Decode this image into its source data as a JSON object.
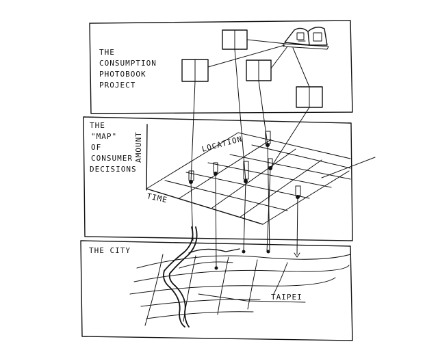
{
  "panels": {
    "project": {
      "title_lines": [
        "THE",
        "CONSUMPTION",
        "PHOTOBOOK",
        "PROJECT"
      ]
    },
    "map": {
      "title_lines": [
        "THE",
        "\"MAP\"",
        "OF",
        "CONSUMER",
        "DECISIONS"
      ],
      "axis_amount": "AMOUNT",
      "axis_location": "LOCATION",
      "axis_time": "TIME"
    },
    "city": {
      "title": "THE CITY",
      "place": "TAIPEI"
    }
  },
  "colors": {
    "ink": "#111111",
    "paper": "#ffffff"
  },
  "icons": {
    "photobook": "open-book-icon",
    "photo": "photo-frame-icon"
  }
}
